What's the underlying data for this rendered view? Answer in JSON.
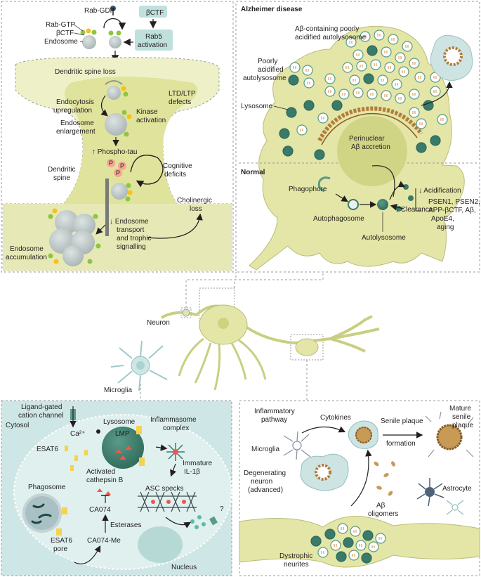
{
  "panel_a": {
    "rab_gdp": "Rab-GDP",
    "rab_gtp": "Rab-GTP",
    "bctf": "βCTF",
    "endosome": "Endosome",
    "bctf_box": "βCTF",
    "rab5_line1": "Rab5",
    "rab5_line2": "activation",
    "spine_loss": "Dendritic spine loss",
    "ltd_line1": "LTD/LTP",
    "ltd_line2": "defects",
    "endo_up_line1": "Endocytosis",
    "endo_up_line2": "upregulation",
    "kinase_line1": "Kinase",
    "kinase_line2": "activation",
    "enlarge_line1": "Endosome",
    "enlarge_line2": "enlargement",
    "phospho_tau": "↑ Phospho-tau",
    "p_label": "P",
    "cog_line1": "Cognitive",
    "cog_line2": "deficits",
    "dend_line1": "Dendritic",
    "dend_line2": "spine",
    "chol_line1": "Cholinergic",
    "chol_line2": "loss",
    "transport_line1": "↓ Endosome",
    "transport_line2": "transport",
    "transport_line3": "and trophic",
    "transport_line4": "signalling",
    "accum_line1": "Endosome",
    "accum_line2": "accumulation"
  },
  "panel_b": {
    "ad_title": "Alzheimer disease",
    "ab_auto_line1": "Aβ-containing poorly",
    "ab_auto_line2": "acidified autolysosome",
    "poor_line1": "Poorly",
    "poor_line2": "acidified",
    "poor_line3": "autolysosome",
    "lysosome": "Lysosome",
    "peri_line1": "Perinuclear",
    "peri_line2": "Aβ accretion",
    "normal_title": "Normal",
    "phagophore": "Phagophore",
    "autophagosome": "Autophagosome",
    "autolysosome": "Autolysosome",
    "acidification": "↓ Acidification",
    "clearance": "↓ Clearance",
    "factors_line1": "PSEN1, PSEN2,",
    "factors_line2": "APP-βCTF, Aβ,",
    "factors_line3": "ApoE4,",
    "factors_line4": "aging"
  },
  "panel_c": {
    "neuron": "Neuron",
    "microglia": "Microglia"
  },
  "panel_d": {
    "ligand_line1": "Ligand-gated",
    "ligand_line2": "cation channel",
    "cytosol": "Cytosol",
    "ca": "Ca²⁺",
    "lysosome": "Lysosome",
    "lmp": "LMP",
    "inflam_line1": "Inflammasome",
    "inflam_line2": "complex",
    "esat6": "ESAT6",
    "activated_line1": "Activated",
    "activated_line2": "cathepsin B",
    "asc": "ASC specks",
    "immature_line1": "Immature",
    "immature_line2": "IL-1β",
    "question": "?",
    "phagosome": "Phagosome",
    "ca074": "CA074",
    "esterases": "Esterases",
    "esat6_pore_line1": "ESAT6",
    "esat6_pore_line2": "pore",
    "ca074me": "CA074-Me",
    "nucleus": "Nucleus"
  },
  "panel_e": {
    "inflam_line1": "Inflammatory",
    "inflam_line2": "pathway",
    "cytokines": "Cytokines",
    "senile_line1": "Senile plaque",
    "senile_line2": "formation",
    "mature_line1": "Mature",
    "mature_line2": "senile",
    "mature_line3": "plaque",
    "microglia": "Microglia",
    "degen_line1": "Degenerating",
    "degen_line2": "neuron",
    "degen_line3": "(advanced)",
    "astrocyte": "Astrocyte",
    "ab_line1": "Aβ",
    "ab_line2": "oligomers",
    "dys_line1": "Dystrophic",
    "dys_line2": "neurites"
  },
  "colors": {
    "cell_fill": "#e3e6a6",
    "cell_light": "#f1f3d3",
    "endosome": "#c5cdcd",
    "lysosome_dark": "#3a7a6a",
    "teal_bg": "#cfe6e6",
    "rab_green": "#8dc63f",
    "rab_yellow": "#f6c21a",
    "amyloid": "#b27c3a"
  }
}
